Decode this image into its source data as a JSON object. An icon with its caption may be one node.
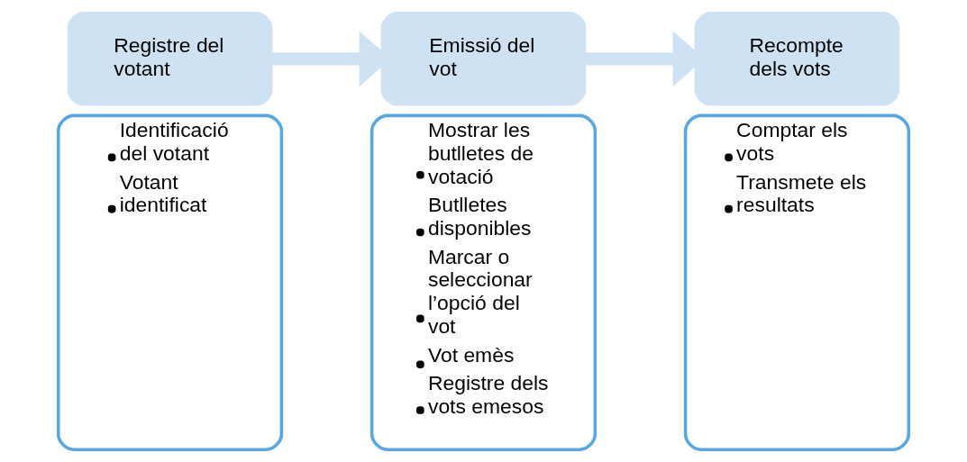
{
  "diagram": {
    "nodes": [
      {
        "text": [
          "Registre del votant"
        ]
      },
      {
        "text": [
          "Identificació del votant",
          "Votant identificat"
        ]
      },
      {
        "text": [
          "Emissió del vot"
        ]
      },
      {
        "text": [
          "Mostrar les butlletes de votació",
          "Butlletes disponibles",
          "Marcar o seleccionar l’opció del vot",
          "Vot emès",
          "Registre dels vots emesos"
        ]
      },
      {
        "text": [
          "Recompte dels vots"
        ]
      },
      {
        "text": [
          "Comptar els vots",
          "Transmete els resultats"
        ]
      }
    ],
    "edges": [
      {
        "from": 0,
        "to": 2,
        "arrow": "to"
      },
      {
        "from": 2,
        "to": 4,
        "arrow": "to"
      }
    ]
  }
}
